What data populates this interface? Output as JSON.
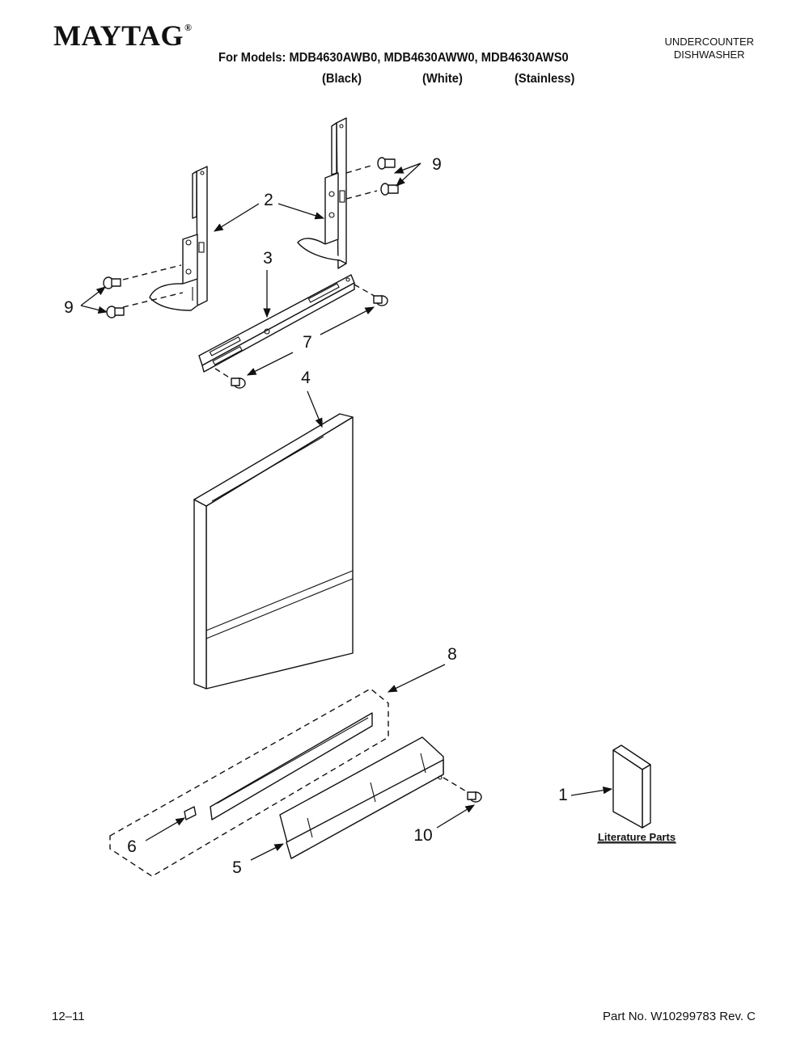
{
  "header": {
    "brand": "MAYTAG",
    "brand_mark": "®",
    "models_line": "For Models: MDB4630AWB0, MDB4630AWW0, MDB4630AWS0",
    "variants": [
      "(Black)",
      "(White)",
      "(Stainless)"
    ],
    "product_type": [
      "UNDERCOUNTER",
      "DISHWASHER"
    ]
  },
  "callouts": {
    "c1": "1",
    "c2": "2",
    "c3": "3",
    "c4": "4",
    "c5": "5",
    "c6": "6",
    "c7": "7",
    "c8": "8",
    "c9a": "9",
    "c9b": "9",
    "c10": "10"
  },
  "literature_label": "Literature Parts",
  "footer": {
    "date_code": "12–11",
    "part_number": "Part No. W10299783 Rev. C"
  }
}
